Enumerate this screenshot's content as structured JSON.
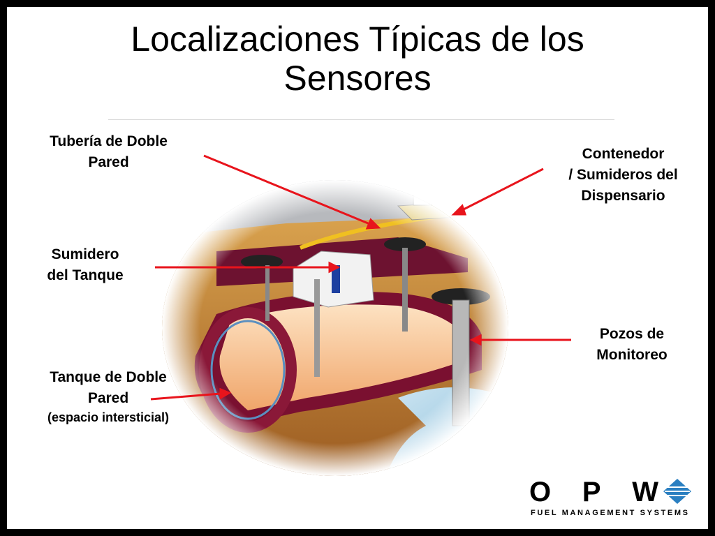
{
  "title": {
    "line1": "Localizaciones Típicas de los",
    "line2": "Sensores"
  },
  "labels": {
    "pipe": {
      "line1": "Tubería de Doble",
      "line2": "Pared"
    },
    "dispenser": {
      "line1": "Contenedor",
      "line2": "/ Sumideros del",
      "line3": "Dispensario"
    },
    "tank_sump": {
      "line1": "Sumidero",
      "line2": "del Tanque"
    },
    "monitor_wells": {
      "line1": "Pozos de",
      "line2": "Monitoreo"
    },
    "tank": {
      "line1": "Tanque de Doble",
      "line2": "Pared",
      "line3": "(espacio intersticial)"
    }
  },
  "logo": {
    "brand": "OPW",
    "tagline": "FUEL MANAGEMENT SYSTEMS"
  },
  "colors": {
    "arrow": "#e8141c",
    "soil": "#c98a3a",
    "tank_wall": "#7a1030",
    "tank_interior": "#f6c79a",
    "logo_blue": "#2a7fc1"
  }
}
